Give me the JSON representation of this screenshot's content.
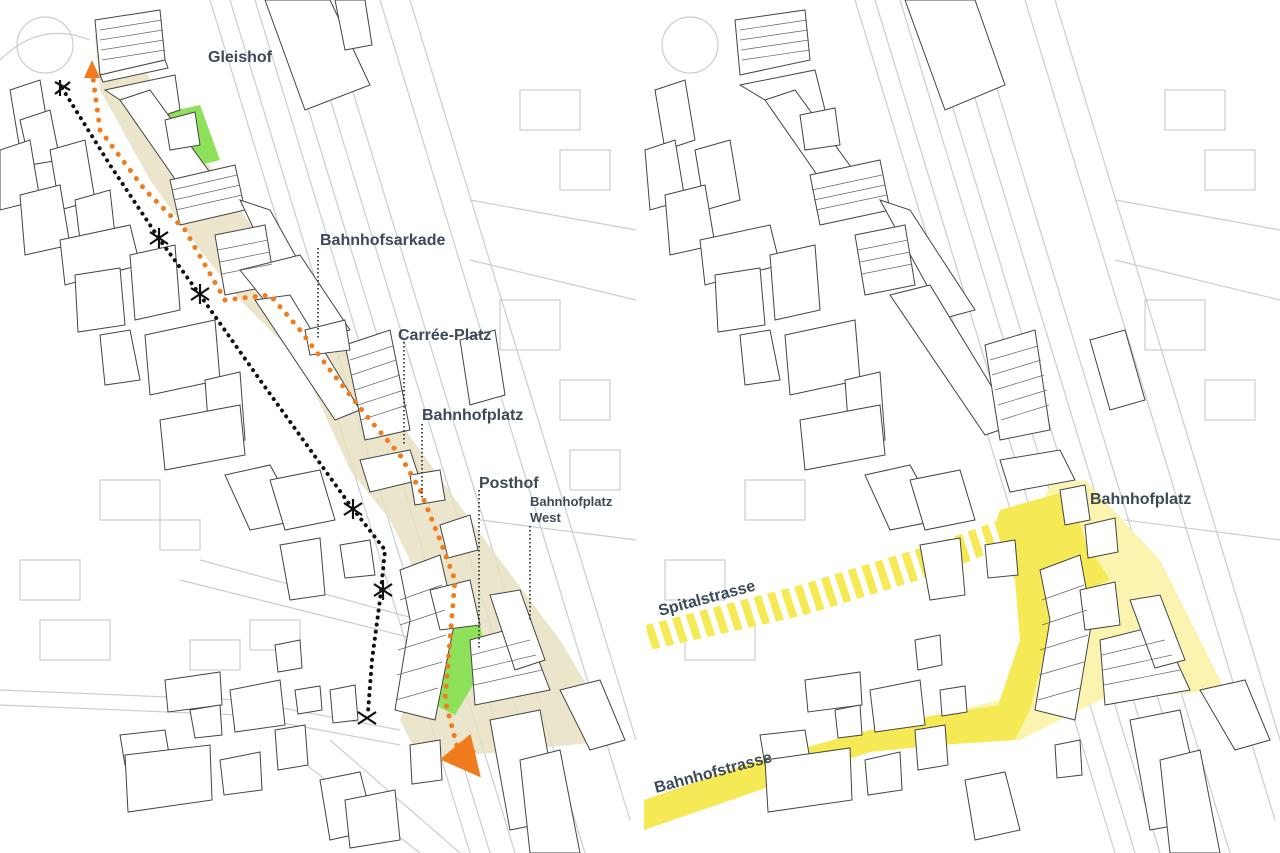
{
  "left_panel": {
    "labels": {
      "gleishof": "Gleishof",
      "bahnhofsarkade": "Bahnhofsarkade",
      "carree_platz": "Carrée-Platz",
      "bahnhofplatz": "Bahnhofplatz",
      "posthof": "Posthof",
      "bahnhofplatz_west_line1": "Bahnhofplatz",
      "bahnhofplatz_west_line2": "West"
    }
  },
  "right_panel": {
    "labels": {
      "bahnhofplatz": "Bahnhofplatz",
      "spitalstrasse": "Spitalstrasse",
      "bahnhofstrasse": "Bahnhofstrasse"
    }
  },
  "colors": {
    "label_text": "#3c4a57",
    "pedestrian_route": "#f07c1e",
    "path_route": "#111111",
    "public_space": "#e6e0c2",
    "green_space": "#8fe05a",
    "street_yellow": "#f5ea55",
    "street_yellow_light": "#faf4b0",
    "map_lines": "#c9ced3",
    "building_stroke": "#444444"
  },
  "icons": [
    "bridge-crossing-icon",
    "route-arrow-icon"
  ]
}
